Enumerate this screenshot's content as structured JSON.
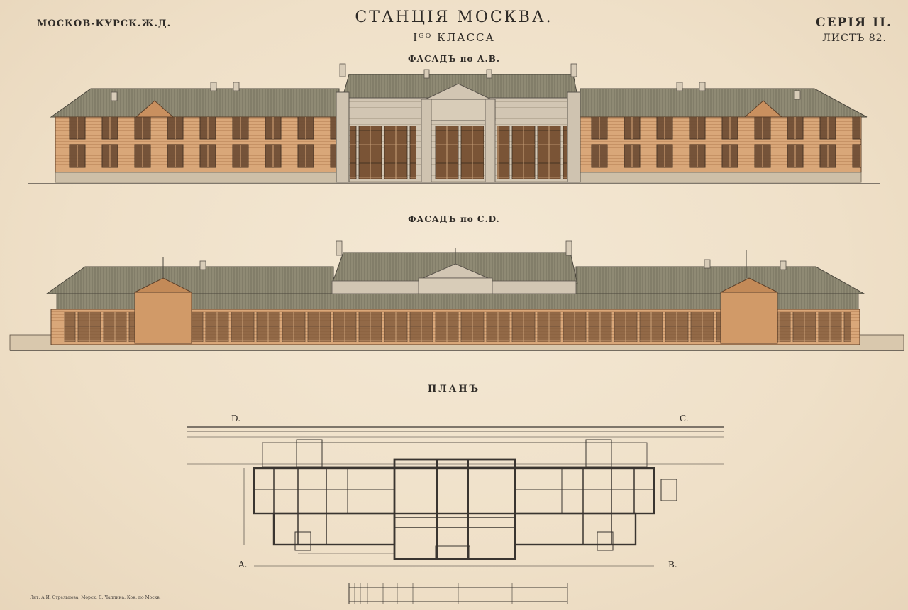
{
  "header": {
    "railway": "МОСКОВ-КУРСК.Ж.Д.",
    "title": "СТАНЦІЯ МОСКВА.",
    "subtitle": "Iᴳᴼ КЛАССА",
    "series": "СЕРІЯ II.",
    "sheet": "ЛИСТЪ 82."
  },
  "facade_ab": {
    "caption": "ФАСАДЪ по А.В."
  },
  "facade_cd": {
    "caption": "ФАСАДЪ по С.D."
  },
  "plan": {
    "caption": "ПЛАНЪ",
    "corner_labels": {
      "d": "D.",
      "c": "C.",
      "a": "A.",
      "b": "B."
    }
  },
  "imprint": "Лит. А.И. Стрельцова, Морск. Д. Чаплина. Кон. по Москв.",
  "colors": {
    "paper": "#f0e2cc",
    "wood_wall": "#d9a779",
    "stone": "#d2c6b3",
    "roof": "#8f8a74",
    "ink": "#3a3530"
  }
}
